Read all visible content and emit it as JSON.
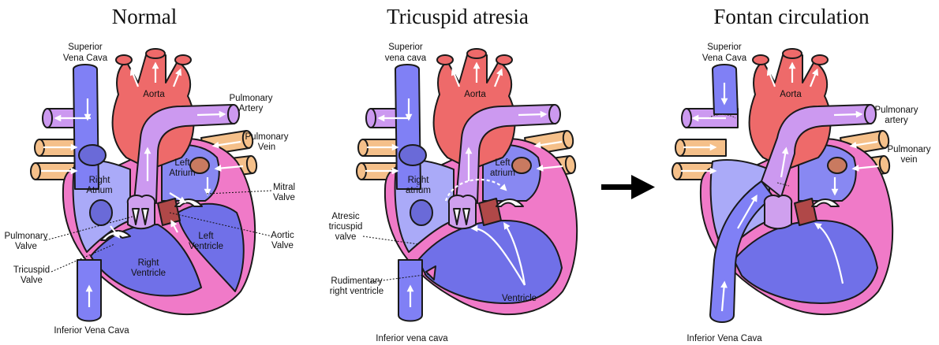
{
  "titles": {
    "normal": "Normal",
    "atresia": "Tricuspid atresia",
    "fontan": "Fontan circulation"
  },
  "normal": {
    "svc": [
      "Superior",
      "Vena Cava"
    ],
    "aorta": "Aorta",
    "pa": [
      "Pulmonary",
      "Artery"
    ],
    "pv": [
      "Pulmonary",
      "Vein"
    ],
    "la": [
      "Left",
      "Atrium"
    ],
    "ra": [
      "Right",
      "Atrium"
    ],
    "mitral": [
      "Mitral",
      "Valve"
    ],
    "pulm_valve": [
      "Pulmonary",
      "Valve"
    ],
    "lv": [
      "Left",
      "Ventricle"
    ],
    "aortic": [
      "Aortic",
      "Valve"
    ],
    "rv": [
      "Right",
      "Ventricle"
    ],
    "tricuspid": [
      "Tricuspid",
      "Valve"
    ],
    "ivc": "Inferior Vena Cava"
  },
  "atresia": {
    "svc": [
      "Superior",
      "vena cava"
    ],
    "aorta": "Aorta",
    "la": [
      "Left",
      "atrium"
    ],
    "ra": [
      "Right",
      "atrium"
    ],
    "atresic": [
      "Atresic",
      "tricuspid",
      "valve"
    ],
    "rudimentary": [
      "Rudimentary",
      "right ventricle"
    ],
    "ventricle": "Ventricle",
    "ivc": "Inferior vena cava"
  },
  "fontan": {
    "svc": [
      "Superior",
      "Vena Cava"
    ],
    "aorta": "Aorta",
    "pa": [
      "Pulmonary",
      "artery"
    ],
    "pv": [
      "Pulmonary",
      "vein"
    ],
    "ivc": "Inferior Vena Cava"
  },
  "colors": {
    "vena": "#8080f5",
    "aorta": "#ee6a6a",
    "pulm_artery": "#cc99f0",
    "pulm_vein": "#f5c08a",
    "heart_wall": "#f07ac8",
    "right_chamber": "#aaaaf8",
    "left_chamber": "#7070e8",
    "valve": "#cfa0ee"
  }
}
